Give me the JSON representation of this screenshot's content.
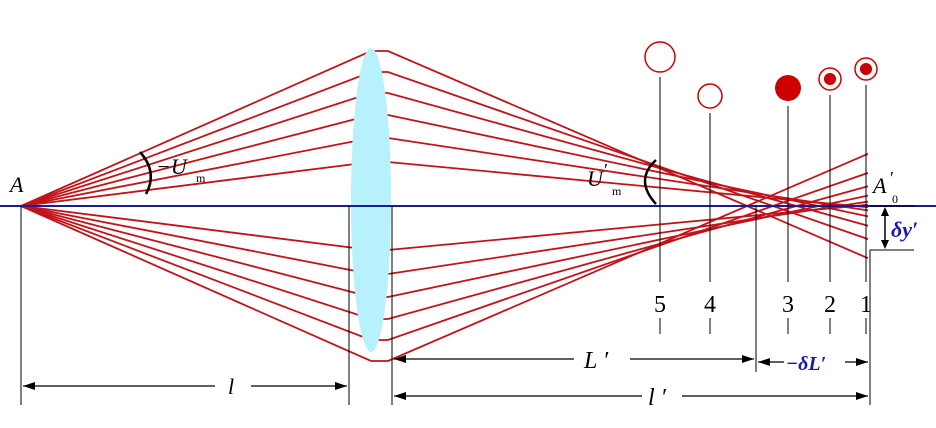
{
  "labels": {
    "object_point": "A",
    "aperture_angle_object": "−U",
    "aperture_angle_object_sub": "m",
    "aperture_angle_image": "U",
    "aperture_angle_image_prime": "′",
    "aperture_angle_image_sub": "m",
    "paraxial_image_point": "A",
    "paraxial_image_prime": "′",
    "paraxial_image_sub": "0",
    "transverse_aberration": "δy′",
    "image_distance_marginal": "L ′",
    "longitudinal_aberration": "−δL′",
    "object_distance": "l",
    "paraxial_image_distance": "l ′"
  },
  "screen_positions": [
    "5",
    "4",
    "3",
    "2",
    "1"
  ],
  "colors": {
    "ray": "#c0141a",
    "axis": "#1a1a9a",
    "lens_fill": "#b7f1fb",
    "spot": "#cc0000",
    "blue_label": "#1a1aaa",
    "line": "#000000"
  }
}
